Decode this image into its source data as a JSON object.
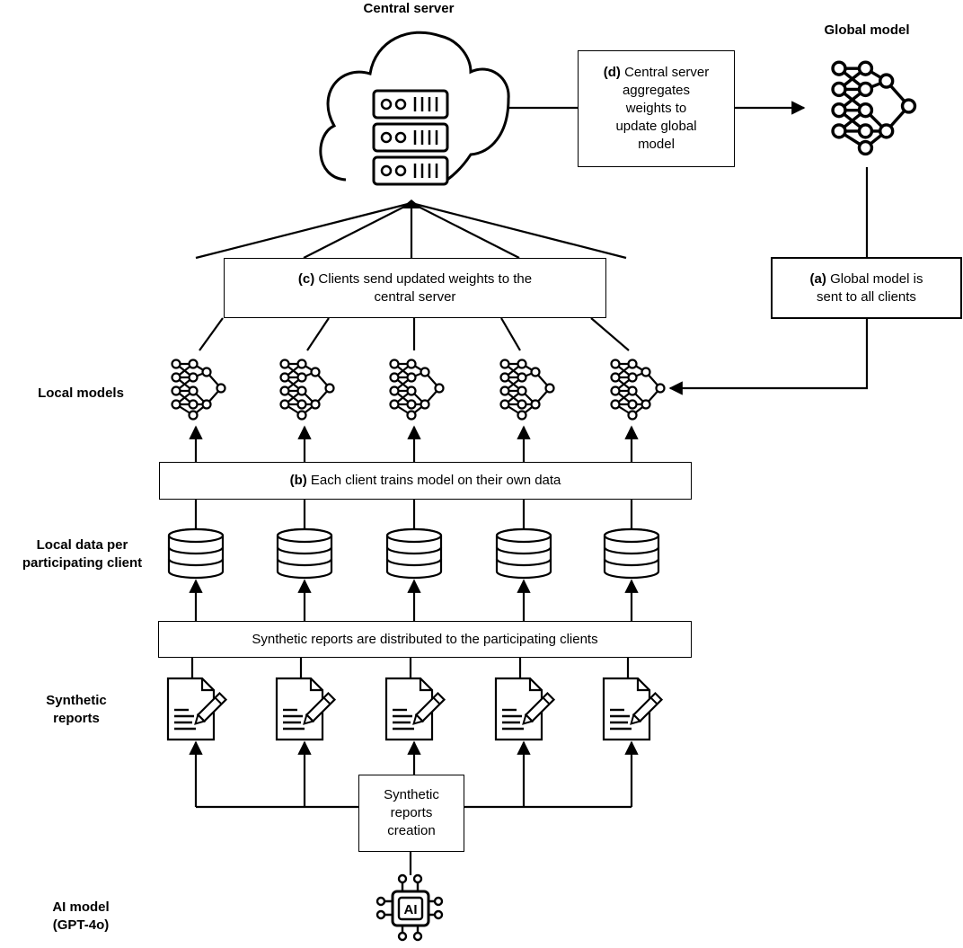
{
  "labels": {
    "central_server": "Central server",
    "global_model": "Global model",
    "local_models": "Local models",
    "local_data_line1": "Local data per",
    "local_data_line2": "participating client",
    "synthetic_reports_line1": "Synthetic",
    "synthetic_reports_line2": "reports",
    "ai_model_line1": "AI model",
    "ai_model_line2": "(GPT-4o)"
  },
  "steps": {
    "a": {
      "tag": "(a)",
      "line1": "Global model is",
      "line2": "sent to all clients"
    },
    "b": {
      "tag": "(b)",
      "text": "Each client trains model on their own data"
    },
    "c": {
      "tag": "(c)",
      "line1": "Clients send updated weights to the",
      "line2": "central server"
    },
    "d": {
      "tag": "(d)",
      "line1": "Central server",
      "line2": "aggregates",
      "line3": "weights to",
      "line4": "update global",
      "line5": "model"
    },
    "distribute": {
      "text": "Synthetic reports are distributed to the participating clients"
    },
    "creation": {
      "line1": "Synthetic",
      "line2": "reports",
      "line3": "creation"
    }
  },
  "icons": {
    "server": "server-icon",
    "cloud": "cloud-icon",
    "network": "neural-network-icon",
    "database": "database-icon",
    "document": "document-edit-icon",
    "ai_chip": "ai-chip-icon"
  }
}
